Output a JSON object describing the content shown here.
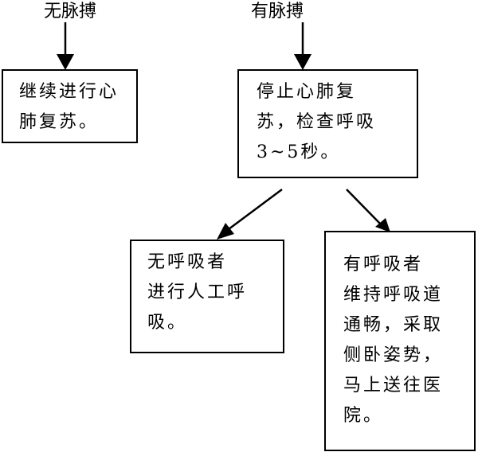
{
  "diagram": {
    "branch_labels": {
      "no_pulse": "无脉搏",
      "has_pulse": "有脉搏"
    },
    "boxes": {
      "continue_cpr": [
        "继续进行心",
        "肺复苏。"
      ],
      "stop_cpr": [
        "停止心肺复",
        "苏，检查呼吸",
        "3~5秒。"
      ],
      "no_breathing": [
        "无呼吸者",
        "进行人工呼",
        "吸。"
      ],
      "has_breathing": [
        "有呼吸者",
        "维持呼吸道",
        "通畅，采取",
        "侧卧姿势，",
        "马上送往医",
        "院。"
      ]
    },
    "edges": [
      {
        "from": "no_pulse",
        "to": "continue_cpr"
      },
      {
        "from": "has_pulse",
        "to": "stop_cpr"
      },
      {
        "from": "stop_cpr",
        "to": "no_breathing"
      },
      {
        "from": "stop_cpr",
        "to": "has_breathing"
      }
    ]
  }
}
